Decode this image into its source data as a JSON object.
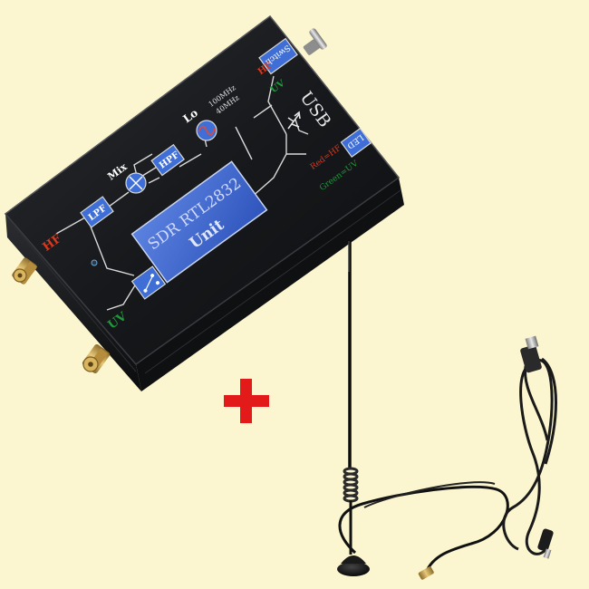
{
  "colors": {
    "background": "#fbf6cf",
    "enclosure": "#16181b",
    "lcd_blue": "#3d63c9",
    "label_blue": "#3f6fd6",
    "hf_red": "#d9381e",
    "uv_green": "#1f9a3a",
    "plus_red": "#e21a1a",
    "connector_gold": "#c9a04a",
    "cable_black": "#1a1a1a"
  },
  "device": {
    "lcd_line1": "SDR RTL2832",
    "lcd_line2": "Unit",
    "hf_input_label": "HF",
    "uv_input_label": "UV",
    "lpf_label": "LPF",
    "hpf_label": "HPF",
    "mix_label": "Mix",
    "lo_label": "Lo",
    "lo_freq_1": "100MHz",
    "lo_freq_2": "40MHz",
    "switch_label": "Switch",
    "switch_hf": "HF",
    "switch_uv": "UV",
    "usb_label": "USB",
    "led_label": "LED",
    "led_red": "Red=HF",
    "led_green": "Green=UV"
  },
  "plus_sign": "+",
  "icons": {
    "usb": "usb-icon",
    "mixer": "mixer-icon",
    "oscillator": "sine-oscillator-icon",
    "switch": "switch-icon"
  }
}
